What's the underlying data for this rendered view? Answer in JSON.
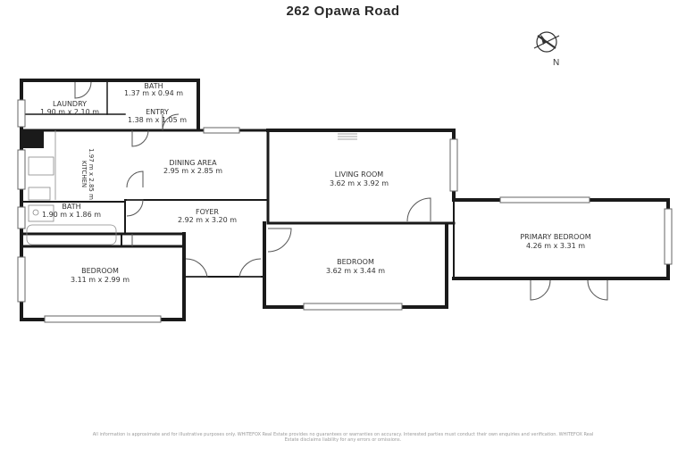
{
  "title": "262 Opawa Road",
  "compass": {
    "label": "N"
  },
  "rooms": [
    {
      "id": "bath1",
      "name": "BATH",
      "dims": "1.37 m x 0.94 m"
    },
    {
      "id": "laundry",
      "name": "LAUNDRY",
      "dims": "1.90 m x 2.10 m"
    },
    {
      "id": "entry",
      "name": "ENTRY",
      "dims": "1.38 m x 1.05 m"
    },
    {
      "id": "kitchen",
      "name": "KITCHEN",
      "dims": "1.97 m x 2.85 m"
    },
    {
      "id": "dining",
      "name": "DINING AREA",
      "dims": "2.95 m x 2.85 m"
    },
    {
      "id": "living",
      "name": "LIVING ROOM",
      "dims": "3.62 m x 3.92 m"
    },
    {
      "id": "bath2",
      "name": "BATH",
      "dims": "1.90 m x 1.86 m"
    },
    {
      "id": "foyer",
      "name": "FOYER",
      "dims": "2.92 m x 3.20 m"
    },
    {
      "id": "primary",
      "name": "PRIMARY BEDROOM",
      "dims": "4.26 m x 3.31 m"
    },
    {
      "id": "bedroom2",
      "name": "BEDROOM",
      "dims": "3.62 m x 3.44 m"
    },
    {
      "id": "bedroom1",
      "name": "BEDROOM",
      "dims": "3.11 m x 2.99 m"
    }
  ],
  "disclaimer": "All information is approximate and for illustrative purposes only. WHITEFOX Real Estate provides no guarantees or warranties on accuracy. Interested parties must conduct their own enquiries and verification. WHITEFOX Real Estate disclaims liability for any errors or omissions."
}
